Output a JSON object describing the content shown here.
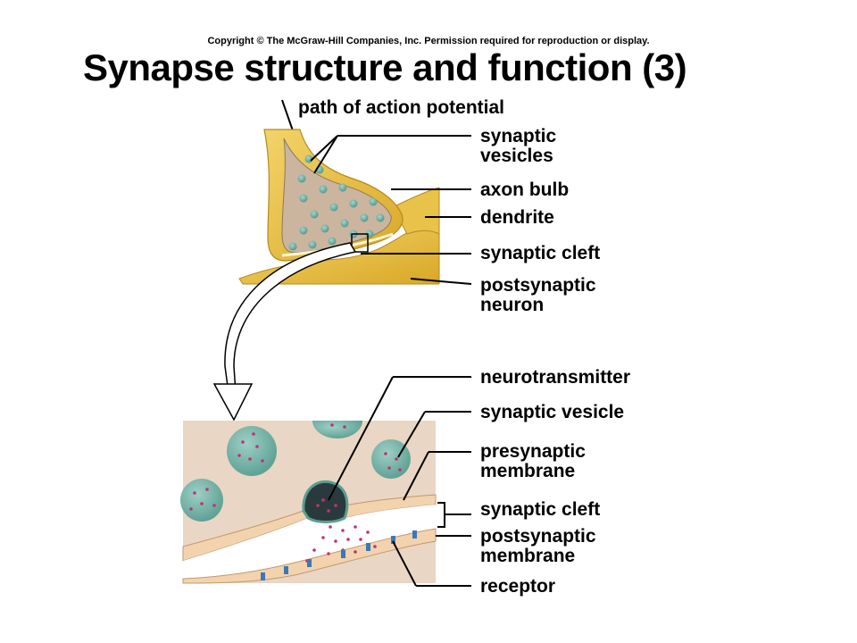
{
  "copyright": "Copyright © The McGraw-Hill Companies, Inc. Permission required for reproduction or display.",
  "title": "Synapse structure and function (3)",
  "top_labels": {
    "path": "path of action potential",
    "synaptic_vesicles_1": "synaptic",
    "synaptic_vesicles_2": "vesicles",
    "axon_bulb": "axon bulb",
    "dendrite": "dendrite",
    "synaptic_cleft": "synaptic cleft",
    "postsynaptic_neuron_1": "postsynaptic",
    "postsynaptic_neuron_2": "neuron"
  },
  "bottom_labels": {
    "neurotransmitter": "neurotransmitter",
    "synaptic_vesicle": "synaptic vesicle",
    "presynaptic_membrane_1": "presynaptic",
    "presynaptic_membrane_2": "membrane",
    "synaptic_cleft": "synaptic cleft",
    "postsynaptic_membrane_1": "postsynaptic",
    "postsynaptic_membrane_2": "membrane",
    "receptor": "receptor"
  },
  "colors": {
    "neuron_yellow": "#e8bf3a",
    "neuron_light": "#f4d97a",
    "cytoplasm": "#cdb8a4",
    "vesicle": "#5fa89c",
    "neurotransmitter": "#c0307a",
    "receptor": "#3b78b8"
  }
}
